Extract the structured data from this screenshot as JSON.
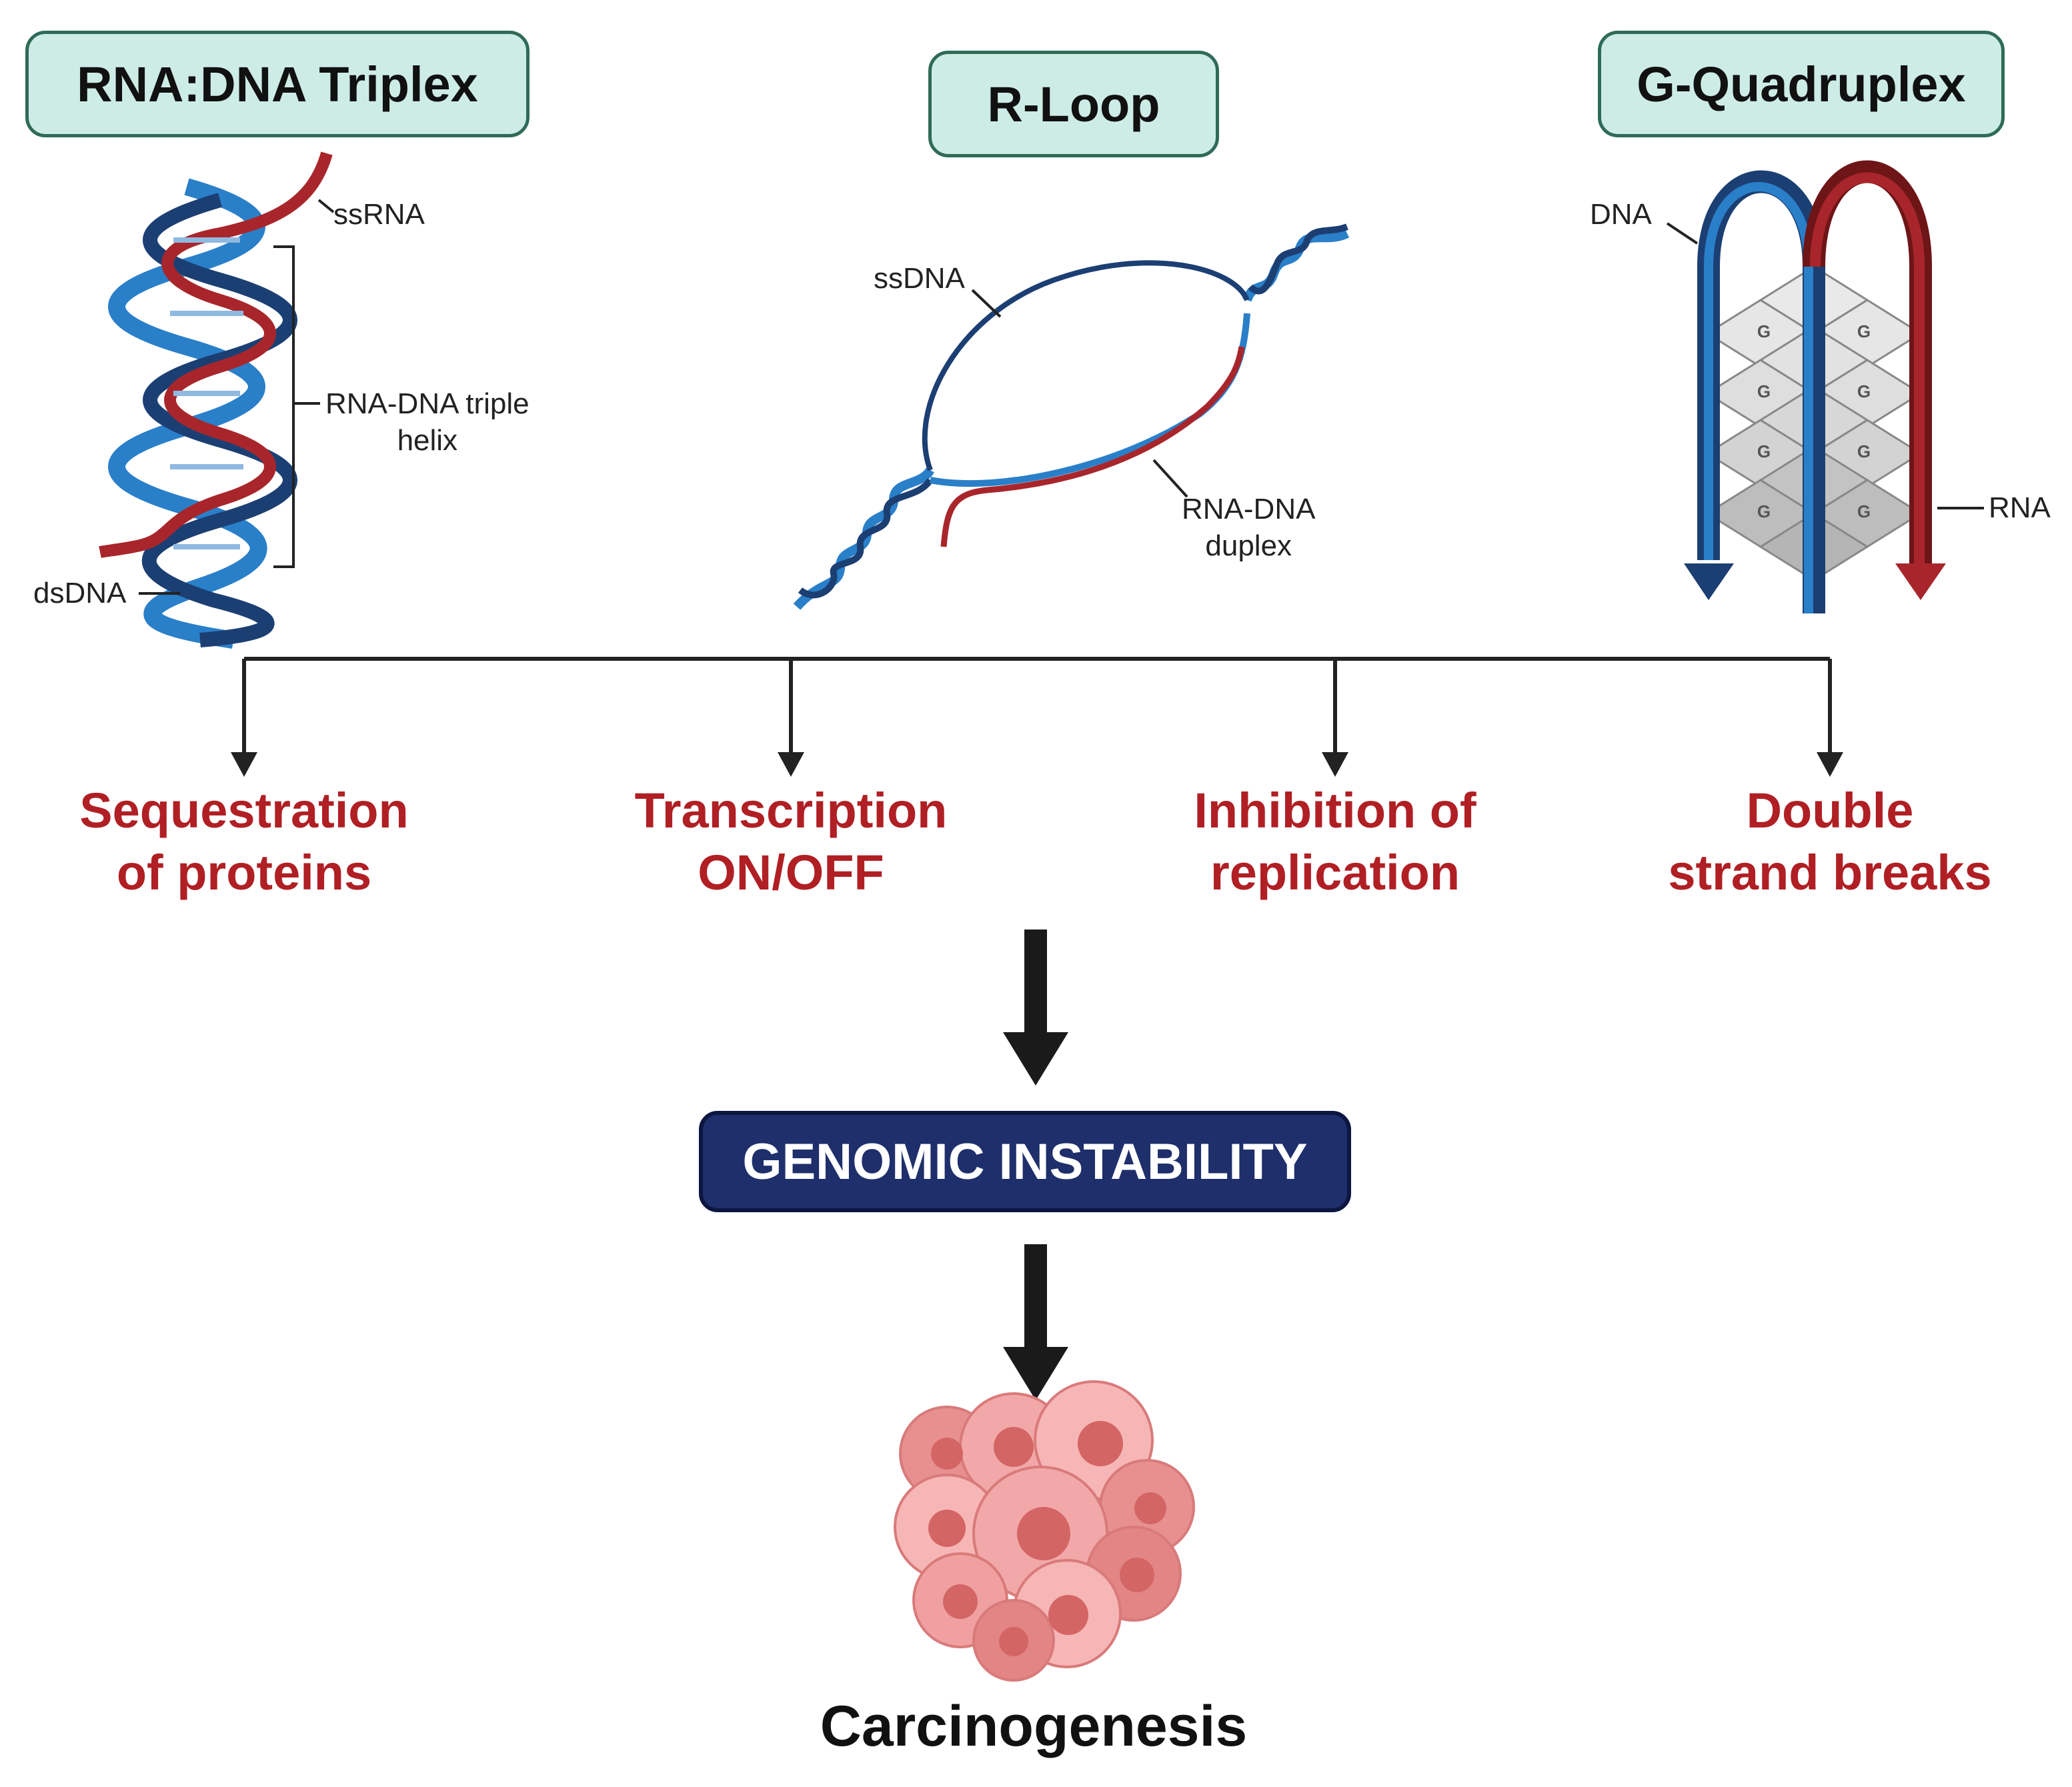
{
  "structures": [
    {
      "title": "RNA:DNA Triplex",
      "labels": {
        "ssrna": "ssRNA",
        "triple_helix_1": "RNA-DNA triple",
        "triple_helix_2": "helix",
        "dsdna": "dsDNA"
      }
    },
    {
      "title": "R-Loop",
      "labels": {
        "ssdna": "ssDNA",
        "duplex_1": "RNA-DNA",
        "duplex_2": "duplex"
      }
    },
    {
      "title": "G-Quadruplex",
      "labels": {
        "dna": "DNA",
        "rna": "RNA",
        "g": "G"
      }
    }
  ],
  "outcomes": [
    {
      "line1": "Sequestration",
      "line2": "of proteins"
    },
    {
      "line1": "Transcription",
      "line2": "ON/OFF"
    },
    {
      "line1": "Inhibition of",
      "line2": "replication"
    },
    {
      "line1": "Double",
      "line2": "strand breaks"
    }
  ],
  "central": "GENOMIC INSTABILITY",
  "final": "Carcinogenesis",
  "colors": {
    "dna_blue": "#2a7fc9",
    "dna_dark": "#1c3f73",
    "rna_red": "#a8262b",
    "outcome_red": "#b01f24",
    "box_fill": "#cdece6",
    "box_border": "#2f6b57",
    "central_fill": "#1e2f6b",
    "cell_pink": "#f2a8a8"
  }
}
